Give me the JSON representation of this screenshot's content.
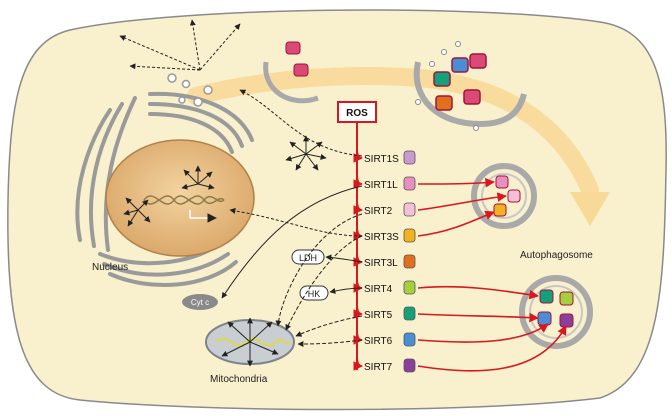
{
  "ros_label": "ROS",
  "labels": {
    "nucleus": "Nucleus",
    "mitochondria": "Mitochondria",
    "autophagosome": "Autophagosome",
    "cyt_c": "Cyt c",
    "ldh": "LDH",
    "hk": "HK"
  },
  "sirtuins": [
    {
      "label": "SIRT1S",
      "color": "#c99ad0"
    },
    {
      "label": "SIRT1L",
      "color": "#e98fbf"
    },
    {
      "label": "SIRT2",
      "color": "#f4c0d8"
    },
    {
      "label": "SIRT3S",
      "color": "#f0b21e"
    },
    {
      "label": "SIRT3L",
      "color": "#e0701e"
    },
    {
      "label": "SIRT4",
      "color": "#a6cf3f"
    },
    {
      "label": "SIRT5",
      "color": "#13a07a"
    },
    {
      "label": "SIRT6",
      "color": "#4a8ed6"
    },
    {
      "label": "SIRT7",
      "color": "#8a3f9a"
    }
  ],
  "colors": {
    "cell_fill": "#f9f0cd",
    "cell_border": "#8a8a8a",
    "arrow_red": "#d7191f",
    "flow_band": "#f8d998",
    "organelle_gray": "#a9a9a9",
    "nucleus_fill": "#e0b57a",
    "mito_fill": "#c9ced2"
  }
}
